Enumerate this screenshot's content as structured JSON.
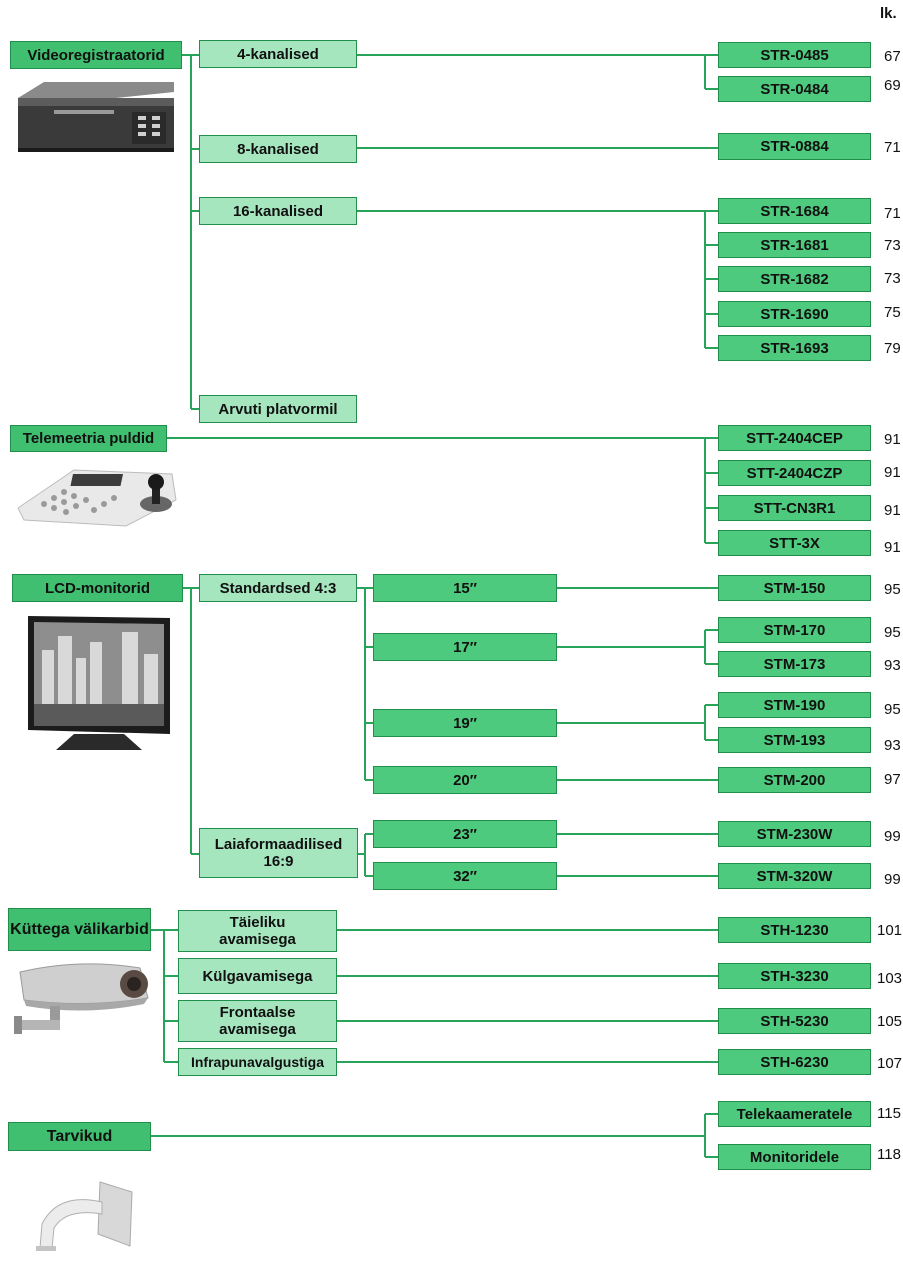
{
  "header": "lk.",
  "categories": [
    {
      "key": "videoregistraatorid",
      "label": "Videoregistraatorid",
      "image": "dvr-recorder-image"
    },
    {
      "key": "telemeetria",
      "label": "Telemeetria puldid",
      "image": "ptz-keyboard-image"
    },
    {
      "key": "lcd",
      "label": "LCD-monitorid",
      "image": "lcd-monitor-image"
    },
    {
      "key": "kuttega",
      "label": "Küttega välikarbid",
      "image": "camera-housing-image"
    },
    {
      "key": "tarvikud",
      "label": "Tarvikud",
      "image": "wall-mount-bracket-image"
    }
  ],
  "subgroups": {
    "s4ch": "4-kanalised",
    "s8ch": "8-kanalised",
    "s16ch": "16-kanalised",
    "spc": "Arvuti platvormil",
    "sstd": "Standardsed 4:3",
    "swide": "Laiaformaadilised 16:9",
    "sfull": "Täieliku avamisega",
    "sside": "Külgavamisega",
    "sfront": "Frontaalse avamisega",
    "sir": "Infrapunavalgustiga"
  },
  "sizes": {
    "z15": "15″",
    "z17": "17″",
    "z19": "19″",
    "z20": "20″",
    "z23": "23″",
    "z32": "32″"
  },
  "products": [
    {
      "code": "STR-0485",
      "page": "67"
    },
    {
      "code": "STR-0484",
      "page": "69"
    },
    {
      "code": "STR-0884",
      "page": "71"
    },
    {
      "code": "STR-1684",
      "page": "71"
    },
    {
      "code": "STR-1681",
      "page": "73"
    },
    {
      "code": "STR-1682",
      "page": "73"
    },
    {
      "code": "STR-1690",
      "page": "75"
    },
    {
      "code": "STR-1693",
      "page": "79"
    },
    {
      "code": "STT-2404CEP",
      "page": "91"
    },
    {
      "code": "STT-2404CZP",
      "page": "91"
    },
    {
      "code": "STT-CN3R1",
      "page": "91"
    },
    {
      "code": "STT-3X",
      "page": "91"
    },
    {
      "code": "STM-150",
      "page": "95"
    },
    {
      "code": "STM-170",
      "page": "95"
    },
    {
      "code": "STM-173",
      "page": "93"
    },
    {
      "code": "STM-190",
      "page": "95"
    },
    {
      "code": "STM-193",
      "page": "93"
    },
    {
      "code": "STM-200",
      "page": "97"
    },
    {
      "code": "STM-230W",
      "page": "99"
    },
    {
      "code": "STM-320W",
      "page": "99"
    },
    {
      "code": "STH-1230",
      "page": "101"
    },
    {
      "code": "STH-3230",
      "page": "103"
    },
    {
      "code": "STH-5230",
      "page": "105"
    },
    {
      "code": "STH-6230",
      "page": "107"
    },
    {
      "code": "Telekaameratele",
      "page": "115"
    },
    {
      "code": "Monitoridele",
      "page": "118"
    }
  ],
  "colors": {
    "line": "#27a35a",
    "category_fill": "#3fbf6f",
    "subgroup_fill": "#a6e6bf",
    "product_fill": "#4dca7d"
  }
}
